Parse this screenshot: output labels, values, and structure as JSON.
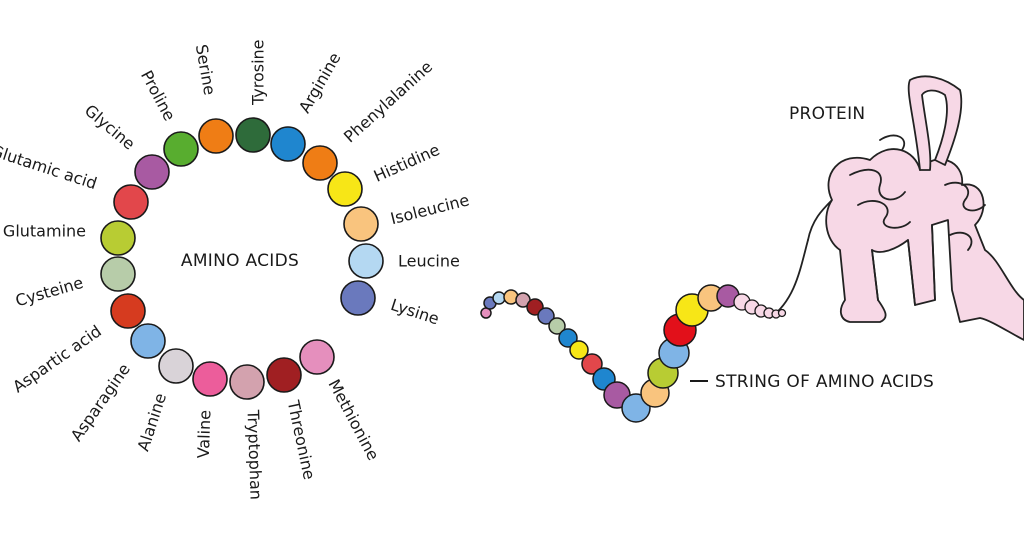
{
  "diagram": {
    "ring_title": "AMINO ACIDS",
    "string_label": "STRING OF AMINO ACIDS",
    "protein_label": "PROTEIN",
    "amino_acids": [
      {
        "name": "Tyrosine",
        "color": "#2e6b3a"
      },
      {
        "name": "Arginine",
        "color": "#1f86cf"
      },
      {
        "name": "Phenylalanine",
        "color": "#ef7d15"
      },
      {
        "name": "Histidine",
        "color": "#f7e617"
      },
      {
        "name": "Isoleucine",
        "color": "#f9c47e"
      },
      {
        "name": "Leucine",
        "color": "#b4d8f2"
      },
      {
        "name": "Lysine",
        "color": "#6a79bd"
      },
      {
        "name": "Methionine",
        "color": "#e58fbd"
      },
      {
        "name": "Threonine",
        "color": "#a01f22"
      },
      {
        "name": "Tryptophan",
        "color": "#d3a2ae"
      },
      {
        "name": "Valine",
        "color": "#ec5d9b"
      },
      {
        "name": "Alanine",
        "color": "#d9d3d8"
      },
      {
        "name": "Asparagine",
        "color": "#7fb4e6"
      },
      {
        "name": "Aspartic acid",
        "color": "#d63b1f"
      },
      {
        "name": "Cysteine",
        "color": "#b7cca9"
      },
      {
        "name": "Glutamine",
        "color": "#b8cc33"
      },
      {
        "name": "Glutamic acid",
        "color": "#e2474b"
      },
      {
        "name": "Glycine",
        "color": "#a85aa2"
      },
      {
        "name": "Proline",
        "color": "#58ad2f"
      },
      {
        "name": "Serine",
        "color": "#ef7d15"
      }
    ],
    "chain_colors": [
      "#e58fbd",
      "#6a79bd",
      "#b4d8f2",
      "#f9c47e",
      "#d3a2ae",
      "#a01f22",
      "#6a79bd",
      "#b7cca9",
      "#1f86cf",
      "#f7e617",
      "#e2474b",
      "#1f86cf",
      "#a85aa2",
      "#7fb4e6",
      "#f9c47e",
      "#b8cc33",
      "#7fb4e6",
      "#e2101a",
      "#f7e617",
      "#f9c47e",
      "#a85aa2"
    ],
    "protein_color": "#f7d8e6"
  }
}
